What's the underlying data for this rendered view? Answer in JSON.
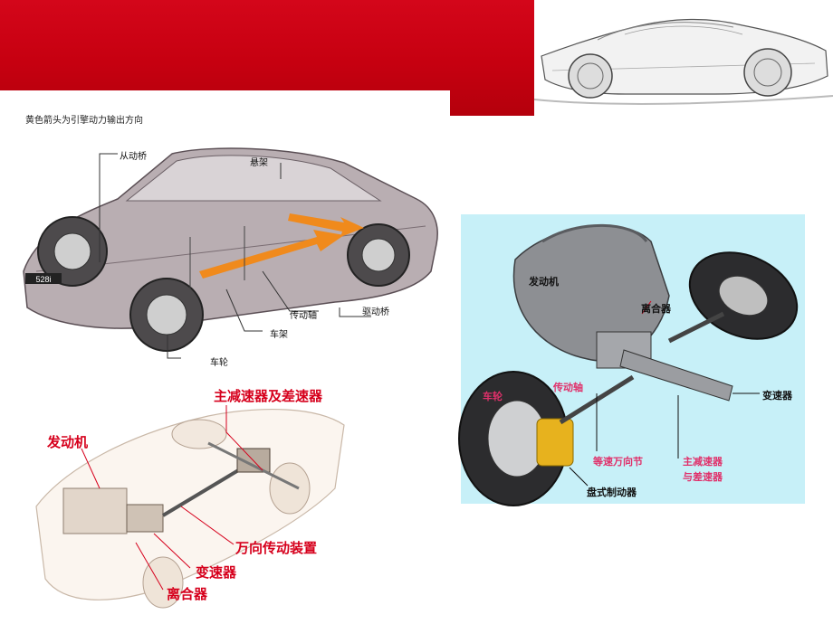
{
  "top_left": {
    "caption": "黄色箭头为引擎动力输出方向",
    "labels": {
      "rear_axle": "从动桥",
      "suspension": "悬架",
      "drive_shaft": "传动轴",
      "drive_axle": "驱动桥",
      "frame": "车架",
      "wheel": "车轮",
      "plate": "528i"
    }
  },
  "bottom_left": {
    "labels": {
      "final_drive": "主减速器及差速器",
      "engine": "发动机",
      "universal_joint": "万向传动装置",
      "gearbox": "变速器",
      "clutch": "离合器"
    }
  },
  "right_panel": {
    "labels": {
      "engine": "发动机",
      "clutch": "离合器",
      "wheel": "车轮",
      "drive_shaft": "传动轴",
      "gearbox": "变速器",
      "cv_joint": "等速万向节",
      "final_drive_line1": "主减速器",
      "final_drive_line2": "与差速器",
      "disc_brake": "盘式制动器"
    }
  },
  "colors": {
    "red_band": "#c60010",
    "panel_bg": "#c7f0f8",
    "arrow": "#f08a1c",
    "label_red": "#d6001c"
  }
}
